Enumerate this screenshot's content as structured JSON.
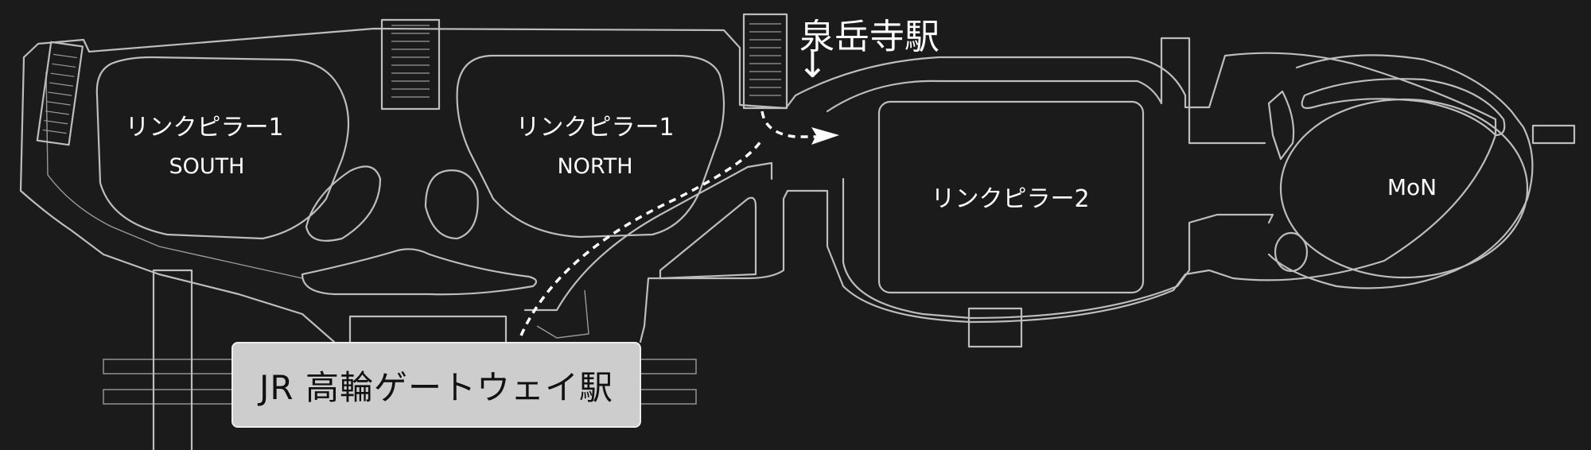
{
  "map": {
    "areas": {
      "link_pillar_1_south": {
        "name": "リンクピラー1",
        "sub": "SOUTH"
      },
      "link_pillar_1_north": {
        "name": "リンクピラー1",
        "sub": "NORTH"
      },
      "link_pillar_2": {
        "name": "リンクピラー2"
      },
      "mon": {
        "name": "MoN"
      }
    },
    "stations": {
      "sengakuji": {
        "name": "泉岳寺駅",
        "arrow": "↓"
      },
      "takanawa_gateway": {
        "name": "JR 高輪ゲートウェイ駅"
      }
    },
    "colors": {
      "background": "#1b1b1b",
      "outline": "#bdbdbd",
      "label": "#ffffff",
      "station_box": "#cdcdcd"
    }
  }
}
